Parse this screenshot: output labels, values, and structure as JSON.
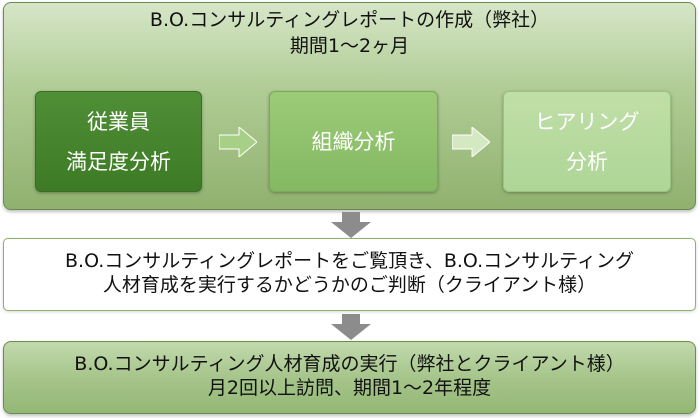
{
  "top_panel": {
    "title_line1": "B.O.コンサルティングレポートの作成（弊社）",
    "title_line2": "期間1〜2ヶ月",
    "steps": [
      {
        "line1": "従業員",
        "line2": "満足度分析"
      },
      {
        "line1": "組織分析"
      },
      {
        "line1": "ヒアリング",
        "line2": "分析"
      }
    ]
  },
  "middle_box": {
    "line1": "B.O.コンサルティングレポートをご覧頂き、B.O.コンサルティング",
    "line2": "人材育成を実行するかどうかのご判断（クライアント様）"
  },
  "bottom_panel": {
    "line1": "B.O.コンサルティング人材育成の実行（弊社とクライアント様）",
    "line2": "月2回以上訪問、期間1〜2年程度"
  },
  "icons": {
    "step_arrow": "arrow-right-icon",
    "flow_arrow": "arrow-down-icon"
  }
}
